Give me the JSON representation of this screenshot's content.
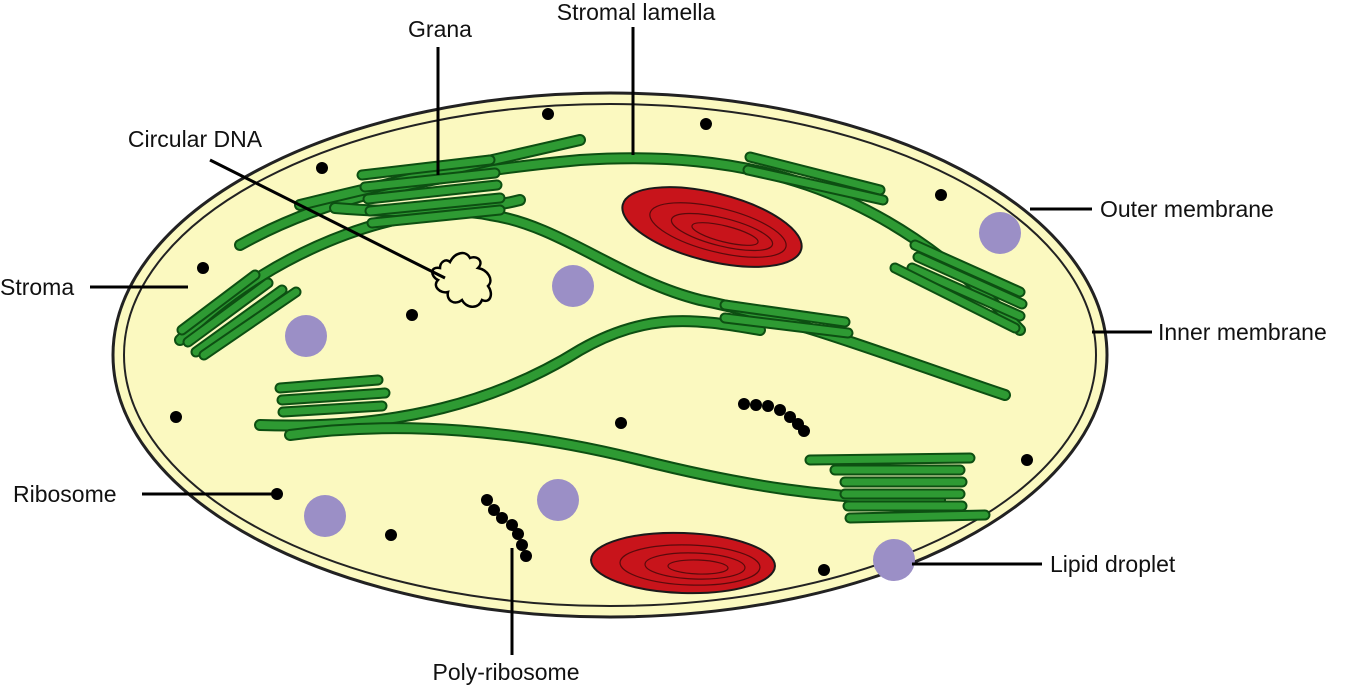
{
  "labels": {
    "grana": "Grana",
    "stromal_lamella": "Stromal lamella",
    "circular_dna": "Circular DNA",
    "outer_membrane": "Outer membrane",
    "stroma": "Stroma",
    "inner_membrane": "Inner membrane",
    "ribosome": "Ribosome",
    "lipid_droplet": "Lipid droplet",
    "poly_ribosome": "Poly-ribosome"
  },
  "colors": {
    "stroma": "#fbf9c0",
    "membrane": "#1f1f1f",
    "thylakoid": "#2e9a33",
    "thylakoid_edge": "#0d4f12",
    "starch": "#c8141b",
    "lipid": "#9b8fc6",
    "ribosome": "#000000"
  }
}
